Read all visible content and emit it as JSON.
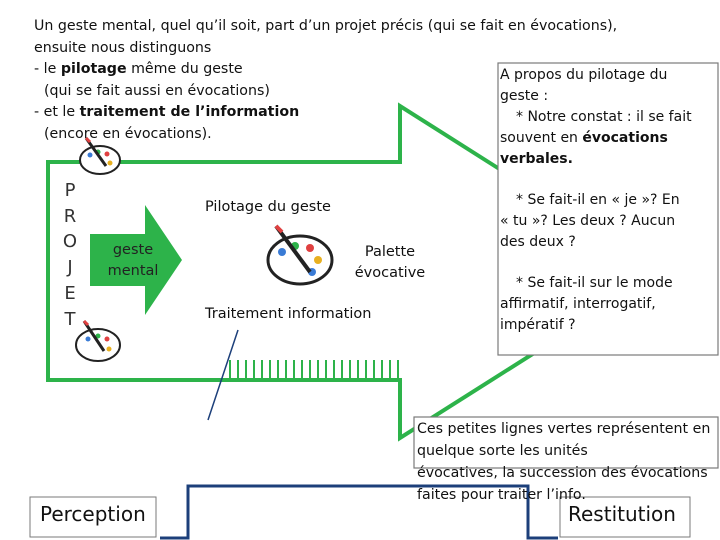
{
  "intro": {
    "line1": "Un geste mental, quel qu’il soit, part d’un projet précis (qui se fait en évocations),",
    "line2": "ensuite nous distinguons",
    "line3_prefix": "- le ",
    "line3_bold": "pilotage",
    "line3_suffix": " même du geste",
    "line4": "(qui se fait aussi en évocations)",
    "line5_prefix": "- et le ",
    "line5_bold": "traitement de l’information",
    "line6": "(encore en évocations)."
  },
  "projet_letters": [
    "P",
    "R",
    "O",
    "J",
    "E",
    "T"
  ],
  "geste_mental": {
    "line1": "geste",
    "line2": "mental"
  },
  "pilotage_label": "Pilotage du geste",
  "palette": {
    "line1": "Palette",
    "line2": "évocative"
  },
  "traitement_label": "Traitement information",
  "aside": {
    "p1_line1": "A propos du pilotage du",
    "p1_line2": "geste :",
    "p2_prefix": "* Notre constat : il se fait",
    "p2_line2_prefix": "souvent en ",
    "p2_line2_bold": "évocations",
    "p2_line3_bold": "verbales.",
    "p3_line1": "* Se fait-il en « je »? En",
    "p3_line2": "« tu »? Les deux ? Aucun",
    "p3_line3": "des deux ?",
    "p4_line1": "* Se fait-il sur le mode",
    "p4_line2": "affirmatif, interrogatif,",
    "p4_line3": "impératif ?"
  },
  "caption": {
    "line1": "Ces petites lignes vertes représentent en quelque sorte les unités",
    "line2": "évocatives, la succession des évocations faites pour traiter l’info."
  },
  "perception": "Perception",
  "restitution": "Restitution",
  "colors": {
    "arrow_green": "#2db34a",
    "box_border": "#7a7a7a",
    "callout_line": "#1c3f7a",
    "timeline": "#1c3f7a"
  }
}
